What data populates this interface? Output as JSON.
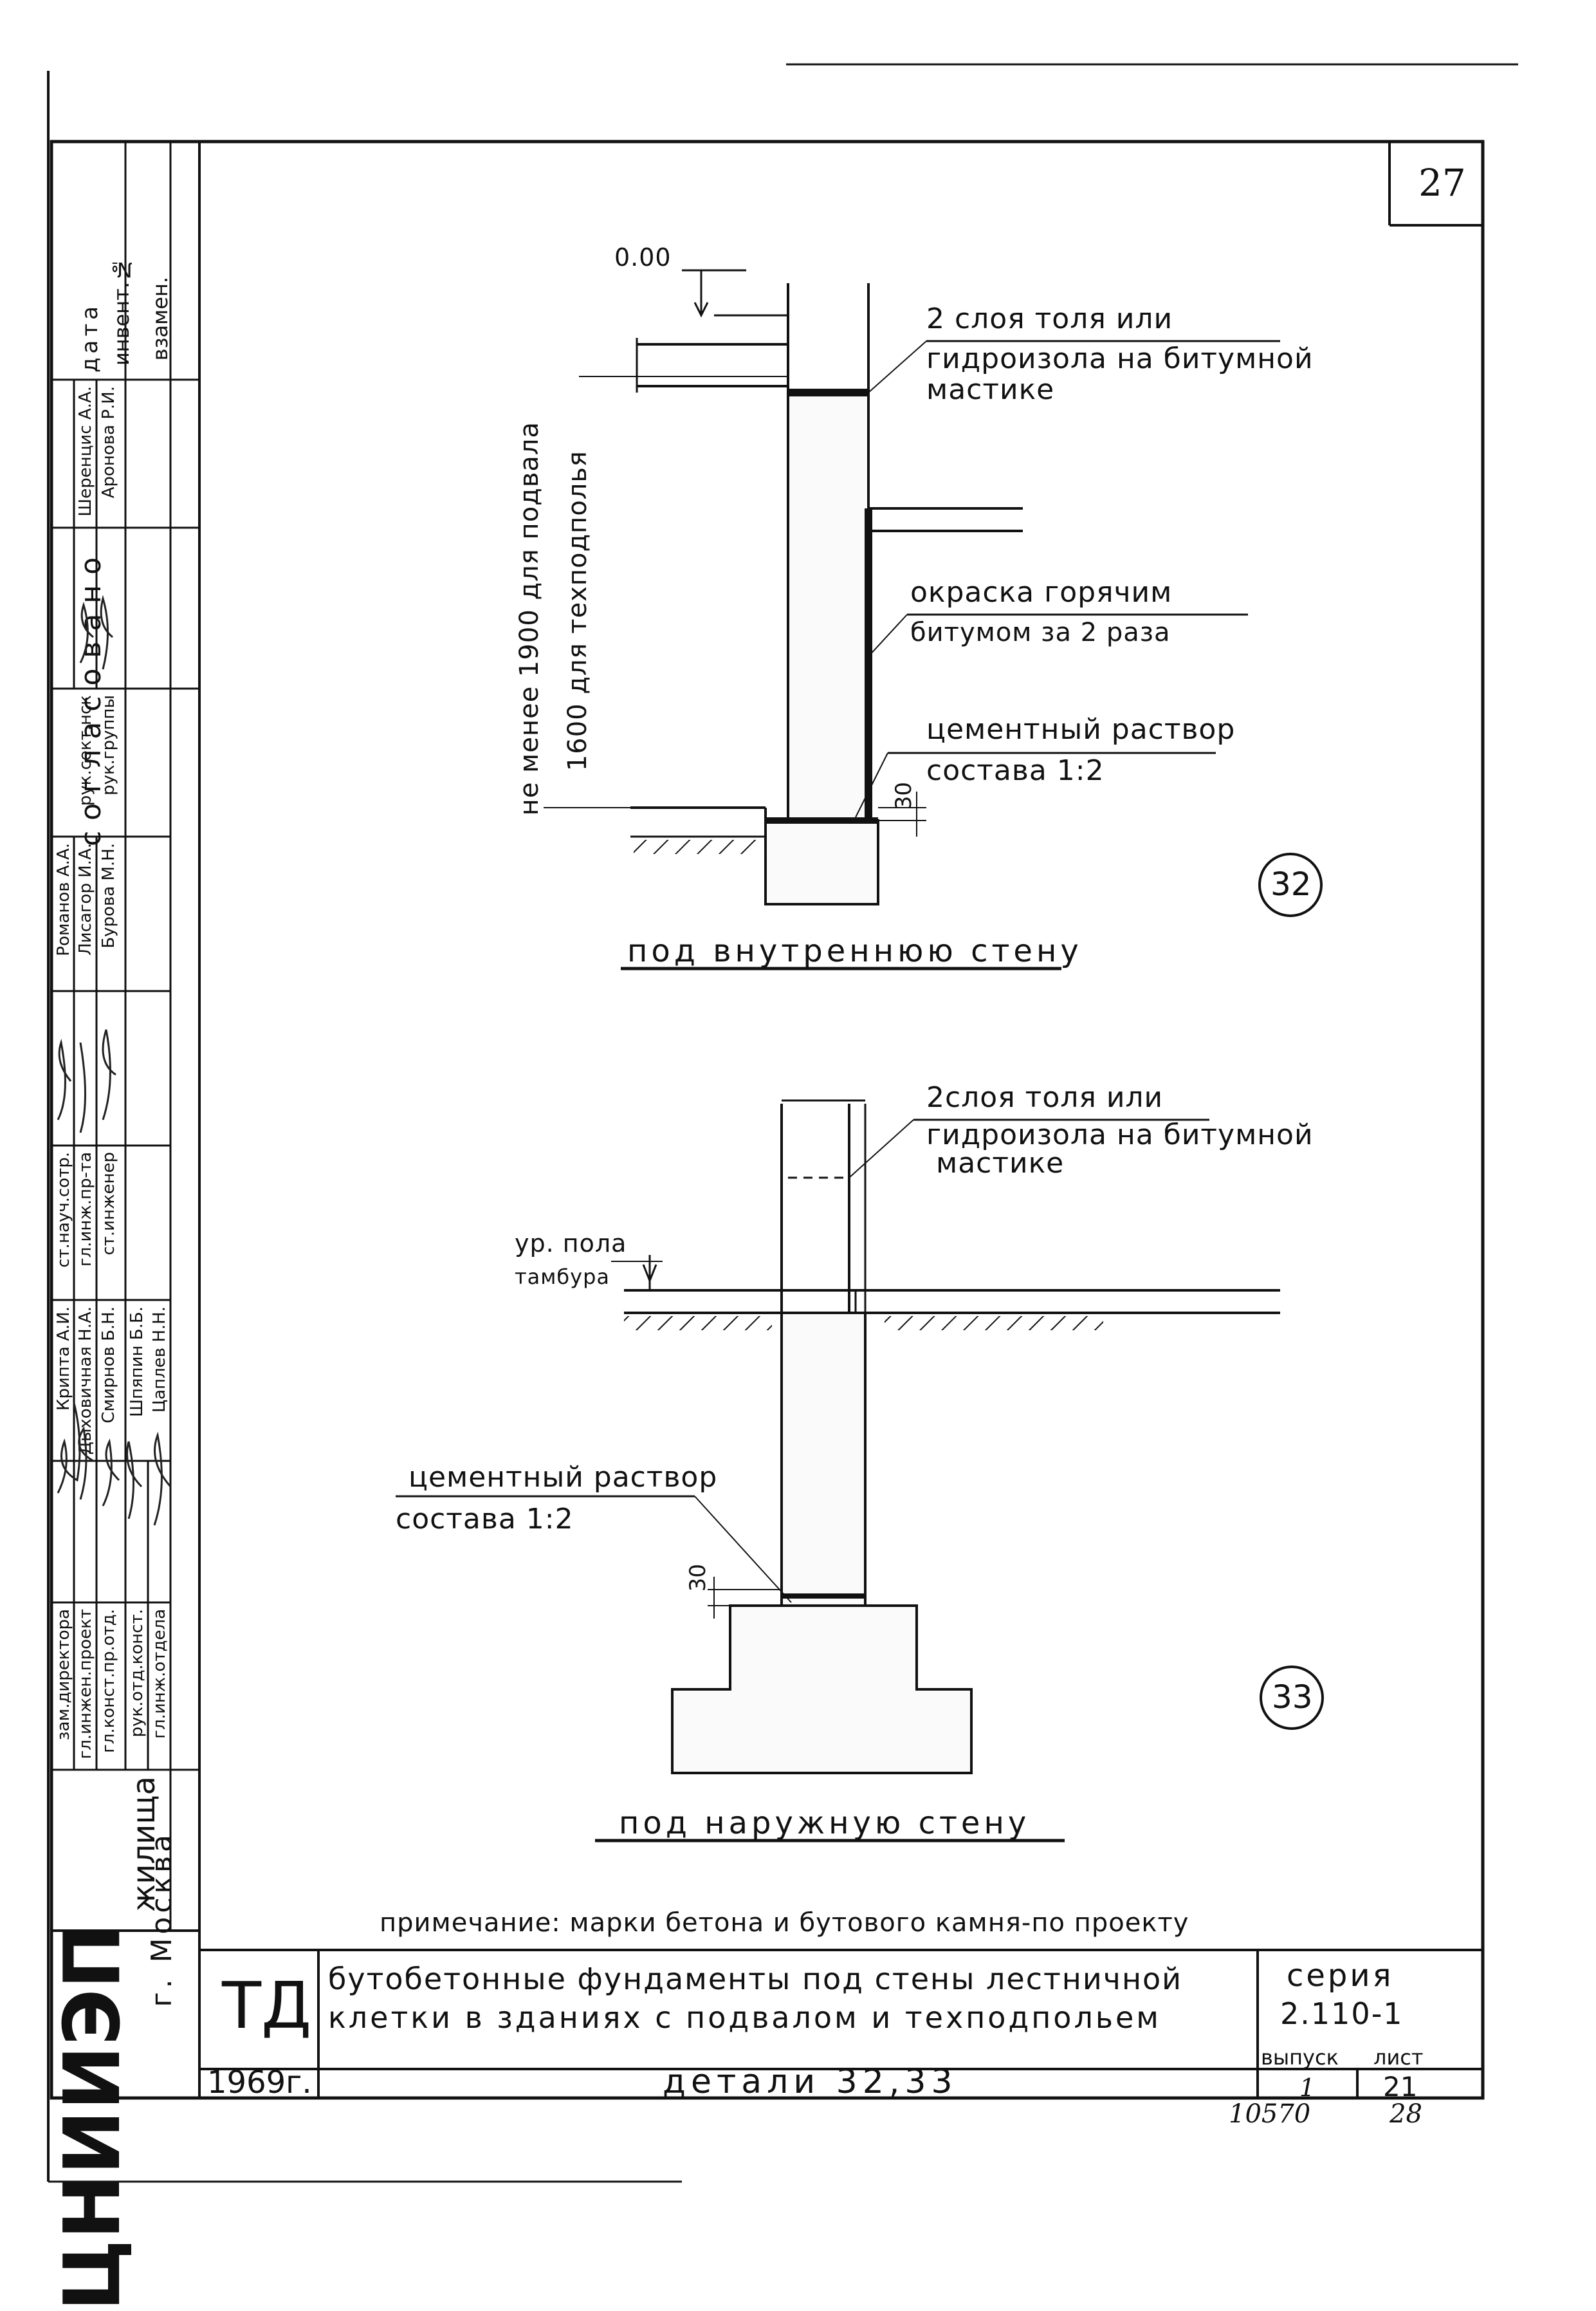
{
  "sheet_number": "27",
  "detail32": {
    "level_mark": "0.00",
    "note_hydro_line1": "2 слоя  толя  или",
    "note_hydro_line2": "гидроизола на  битумной",
    "note_hydro_line3": "мастике",
    "note_paint_line1": "окраска  горячим",
    "note_paint_line2": "битумом за 2 раза",
    "note_mortar_line1": "цементный  раствор",
    "note_mortar_line2": "состава 1:2",
    "dim_30": "30",
    "dim_height_line1": "не менее 1900 для подвала",
    "dim_height_line2": "1600 для техподполья",
    "number": "32",
    "caption": "под внутреннюю стену"
  },
  "detail33": {
    "note_hydro_line1": "2слоя  толя  или",
    "note_hydro_line2": "гидроизола на битумной",
    "note_hydro_line3": "мастике",
    "floor_level_line1": "ур. пола",
    "floor_level_line2": "тамбура",
    "note_mortar_line1": "цементный  раствор",
    "note_mortar_line2": "состава 1:2",
    "dim_30": "30",
    "number": "33",
    "caption": "под наружную стену"
  },
  "note": "примечание: марки бетона и бутового камня-по проекту",
  "title_block": {
    "org_logo": "ЦНИИЭП",
    "org_subtitle": "жилища",
    "org_city": "г. Москва",
    "td": "ТД",
    "title_line1": "бутобетонные  фундаменты под стены лестничной",
    "title_line2": "клетки в зданиях с подвалом и техподпольем",
    "series_label": "серия",
    "series_value": "2.110-1",
    "year": "1969г.",
    "details": "детали 32,33",
    "issue_label": "выпуск",
    "issue_value": "1",
    "sheet_label": "лист",
    "sheet_value": "21",
    "inventory_handwritten": "10570",
    "page_handwritten": "28"
  },
  "stamp": {
    "agreed_header": "согласовано",
    "date_header": "дата",
    "invent_header": "инвент.№",
    "vzamen_header": "взамен.",
    "positions_col1": [
      "зам.директора",
      "гл.инжен.проект",
      "гл.конст.пр.отд.",
      "рук.отд.конст.",
      "гл.инж.отдела"
    ],
    "names_col1": [
      "Крипта  А.И.",
      "Дыховичная Н.А.",
      "Смирнов Б.Н.",
      "Шпяпин Б.Б.",
      "Цаплев Н.Н."
    ],
    "positions_col2": [
      "ст.науч.сотр.",
      "гл.инж.пр-та",
      "ст.инженер"
    ],
    "names_col2": [
      "Романов А.А.",
      "Лисагор И.А.",
      "Бурова М.Н."
    ],
    "positions_col3": [
      "рук.сект.нск",
      "рук.группы"
    ],
    "names_col3": [
      "Шеренцис А.А.",
      "Аронова Р.И."
    ]
  }
}
